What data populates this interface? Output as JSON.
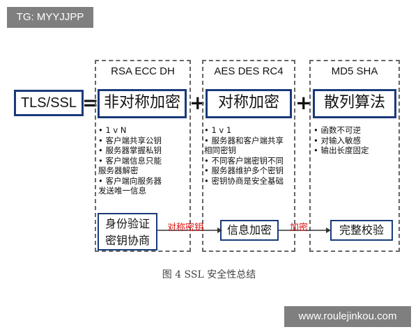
{
  "tag": "TG: MYYJJPP",
  "watermark": "www.roulejinkou.com",
  "tls_label": "TLS/SSL",
  "operators": {
    "equals": "=",
    "plus1": "+",
    "plus2": "+"
  },
  "columns": [
    {
      "head": "RSA ECC DH",
      "title": "非对称加密",
      "items": [
        "• 1 v N",
        "• 客户端共享公钥",
        "• 服务器掌握私钥",
        "• 客户端信息只能",
        "服务器解密",
        "• 客户端向服务器",
        "发送唯一信息"
      ],
      "bottom_lines": [
        "身份验证",
        "密钥协商"
      ]
    },
    {
      "head": "AES DES RC4",
      "title": "对称加密",
      "items": [
        "• 1 v 1",
        "• 服务器和客户端共享",
        "相同密钥",
        "• 不同客户端密钥不同",
        "• 服务器维护多个密钥",
        "• 密钥协商是安全基础"
      ],
      "bottom_lines": [
        "信息加密"
      ]
    },
    {
      "head": "MD5 SHA",
      "title": "散列算法",
      "items": [
        "• 函数不可逆",
        "• 对输入敏感",
        "• 输出长度固定"
      ],
      "bottom_lines": [
        "完整校验"
      ]
    }
  ],
  "arrow_labels": {
    "first": "对称密钥",
    "second": "加密"
  },
  "colors": {
    "box_border": "#1a3a7a",
    "arrow_label": "#dd1111",
    "dashed_border": "#666666"
  },
  "caption": "图 4    SSL 安全性总结"
}
